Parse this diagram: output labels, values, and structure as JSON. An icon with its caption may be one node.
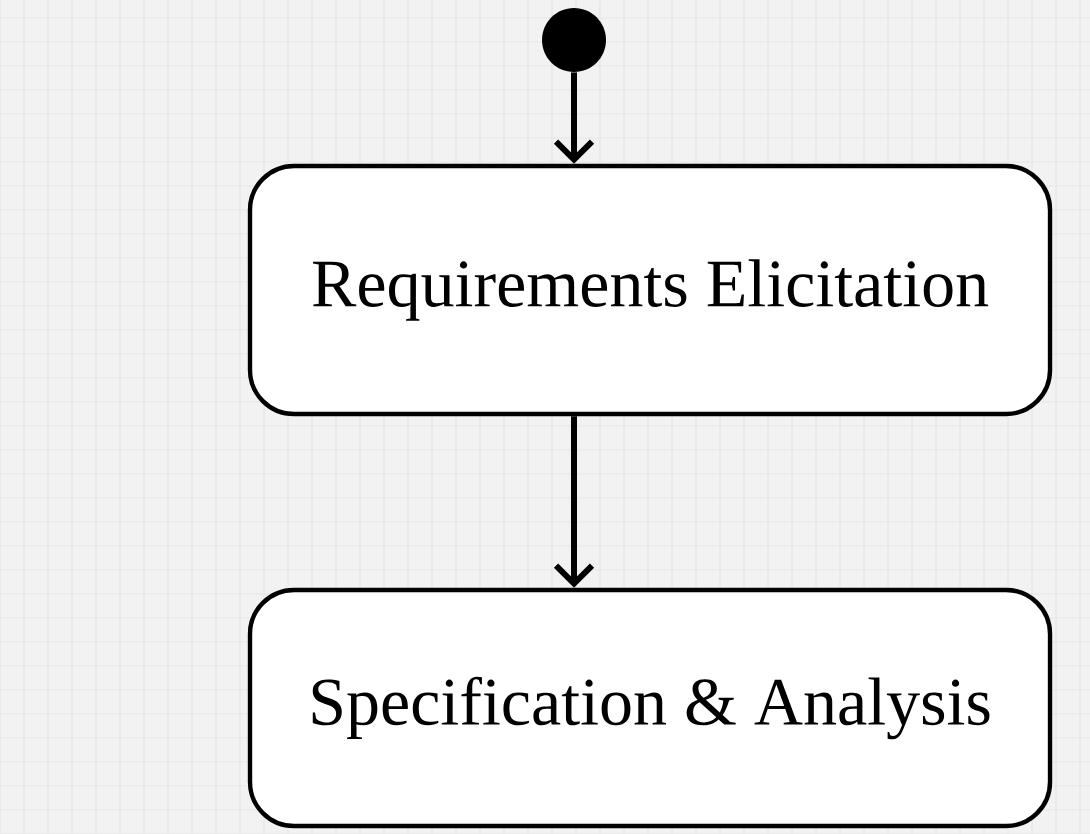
{
  "diagram": {
    "nodes": [
      {
        "text": [],
        "shape": "circle"
      },
      {
        "text": [
          "Requirements Elicitation"
        ]
      },
      {
        "text": [
          "Specification & Analysis"
        ]
      }
    ],
    "edges": [
      {
        "from": 0,
        "to": 1,
        "arrow": "to"
      },
      {
        "from": 1,
        "to": 2,
        "arrow": "to"
      }
    ]
  }
}
